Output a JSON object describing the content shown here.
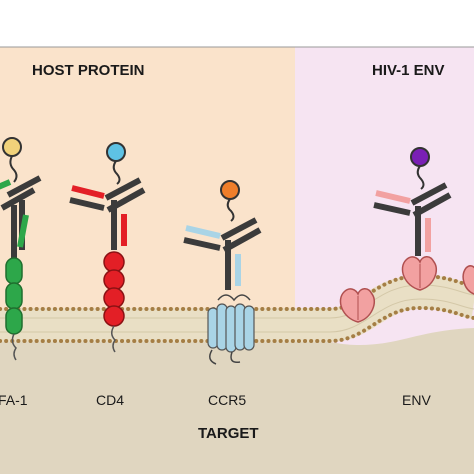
{
  "panels": {
    "host_title": "HOST PROTEIN",
    "hiv_title": "HIV-1 ENV"
  },
  "targets": [
    "FA-1",
    "CD4",
    "CCR5",
    "ENV"
  ],
  "bottom_label": "TARGET",
  "colors": {
    "host_bg": "#fae3cb",
    "hiv_bg": "#f6e4f2",
    "membrane_head": "#b38a4e",
    "membrane_tail": "#e7dcc3",
    "antibody_dark": "#3b3b3b",
    "ball_fa1": "#f1d27a",
    "ball_cd4": "#5ec2e4",
    "ball_ccr5": "#ef7e2a",
    "ball_env": "#7a1fb5",
    "receptor_green": "#2da74a",
    "receptor_red": "#e31f26",
    "receptor_blue": "#a9d4e6",
    "env_pink": "#f2a1a1"
  }
}
